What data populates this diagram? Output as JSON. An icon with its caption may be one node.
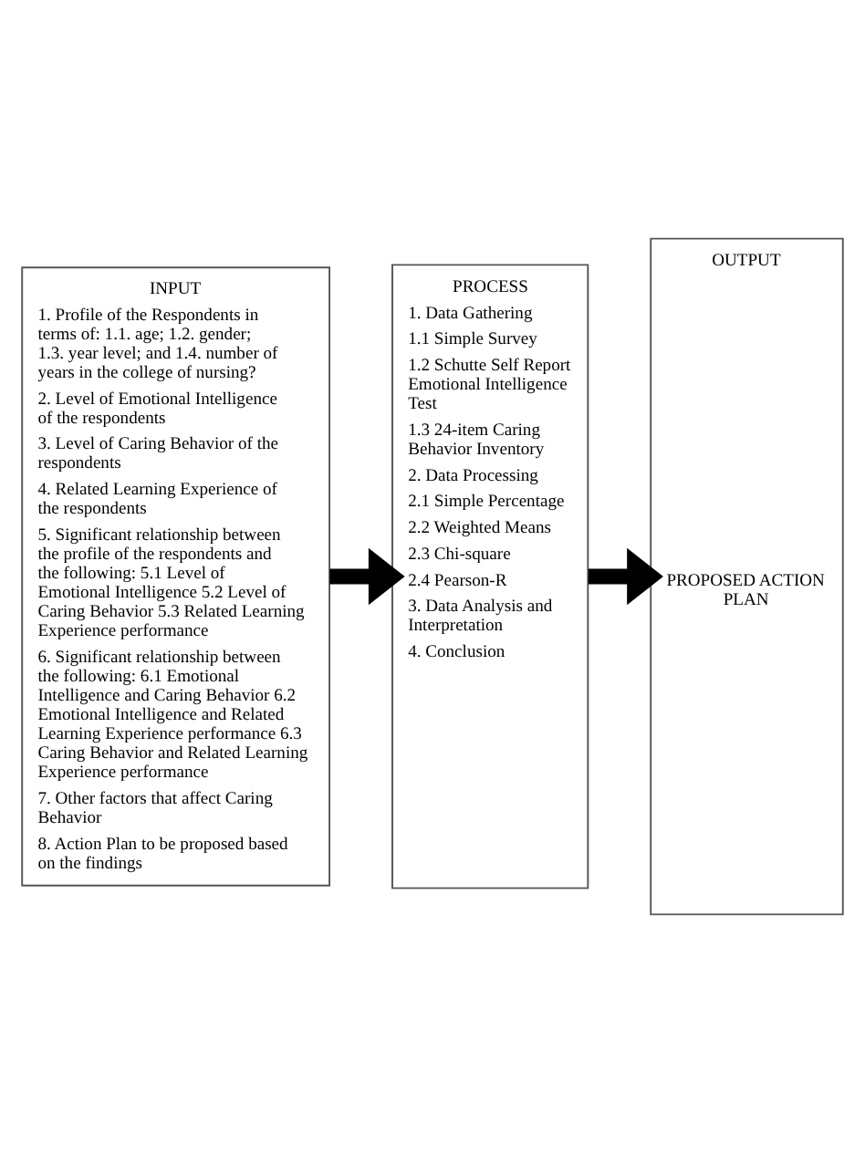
{
  "diagram": {
    "nodes": [
      {
        "text": [
          "INPUT",
          "1. Profile of the Respondents in terms of: 1.1. age; 1.2. gender; 1.3. year level; and 1.4. number of years in the college of nursing?",
          "2. Level of Emotional Intelligence of the respondents",
          "3. Level of Caring Behavior of the respondents",
          "4. Related Learning Experience of the respondents",
          "5. Significant relationship between the profile of the respondents and the following: 5.1 Level of Emotional Intelligence 5.2 Level of Caring Behavior 5.3 Related Learning Experience performance",
          "6. Significant relationship between the following: 6.1 Emotional Intelligence and Caring Behavior 6.2 Emotional Intelligence and Related Learning Experience performance 6.3 Caring Behavior and Related Learning Experience performance",
          "7. Other factors that affect Caring Behavior",
          "8. Action Plan to be proposed based on the findings"
        ]
      },
      {
        "text": [
          "PROCESS",
          "1. Data Gathering",
          "1.1 Simple Survey",
          "1.2 Schutte Self Report Emotional Intelligence Test",
          "1.3 24-item Caring Behavior Inventory",
          "2. Data Processing",
          "2.1 Simple Percentage",
          "2.2 Weighted Means",
          "2.3 Chi-square",
          "2.4 Pearson-R",
          "3. Data Analysis and Interpretation",
          "4. Conclusion"
        ]
      },
      {
        "text": [
          "OUTPUT",
          "PROPOSED ACTION PLAN"
        ]
      }
    ],
    "edges": [
      {
        "from": 0,
        "to": 1,
        "arrow": "to"
      },
      {
        "from": 1,
        "to": 2,
        "arrow": "to"
      }
    ]
  }
}
